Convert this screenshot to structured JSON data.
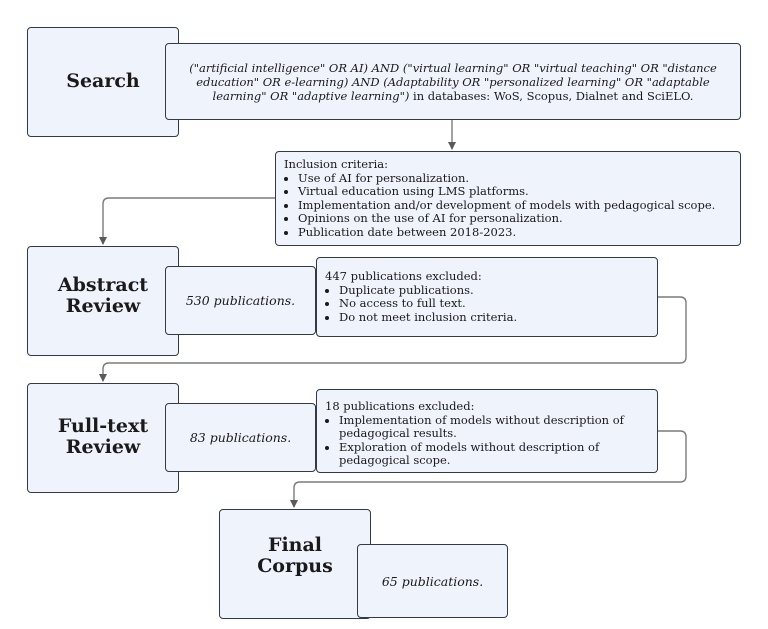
{
  "search": {
    "title": "Search",
    "query_italic": "(\"artificial intelligence\" OR AI) AND (\"virtual learning\" OR \"virtual teaching\" OR \"distance education\" OR e-learning) AND (Adaptability OR \"personalized learning\" OR \"adaptable learning\" OR \"adaptive learning\")",
    "query_plain": " in databases: WoS, Scopus, Dialnet and SciELO."
  },
  "inclusion": {
    "heading": "Inclusion criteria:",
    "items": [
      "Use of AI for personalization.",
      "Virtual education using LMS platforms.",
      "Implementation and/or development of models with pedagogical scope.",
      "Opinions on the use of AI for personalization.",
      "Publication date between 2018-2023."
    ]
  },
  "abstract_review": {
    "title": "Abstract\nReview",
    "count": "530 publications.",
    "excluded_heading": "447 publications excluded:",
    "excluded_items": [
      "Duplicate publications.",
      "No access to full text.",
      "Do not meet inclusion criteria."
    ]
  },
  "fulltext_review": {
    "title": "Full-text\nReview",
    "count": "83 publications.",
    "excluded_heading": "18 publications excluded:",
    "excluded_items": [
      "Implementation of models without description of pedagogical results.",
      "Exploration of models without description of pedagogical scope."
    ]
  },
  "final_corpus": {
    "title": "Final\nCorpus",
    "count": "65 publications."
  },
  "colors": {
    "box_fill": "#eef3fc",
    "box_border": "#333a45",
    "connector": "#7a7a7a"
  }
}
